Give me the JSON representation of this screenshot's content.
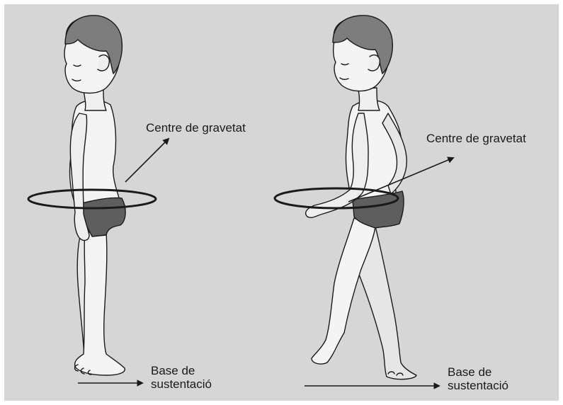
{
  "figure": {
    "left": {
      "center_label": "Centre de gravetat",
      "base_label_line1": "Base de",
      "base_label_line2": "sustentació"
    },
    "right": {
      "center_label": "Centre de gravetat",
      "base_label_line1": "Base de",
      "base_label_line2": "sustentació"
    }
  },
  "colors": {
    "background": "#d6d6d6",
    "skin": "#f4f4f4",
    "hair": "#7d7d7d",
    "underwear": "#5e5e5e",
    "outline": "#1a1a1a"
  },
  "icons": [
    "standing-child",
    "walking-child",
    "arrow-right",
    "arrow-diagonal",
    "ellipse-ring"
  ]
}
